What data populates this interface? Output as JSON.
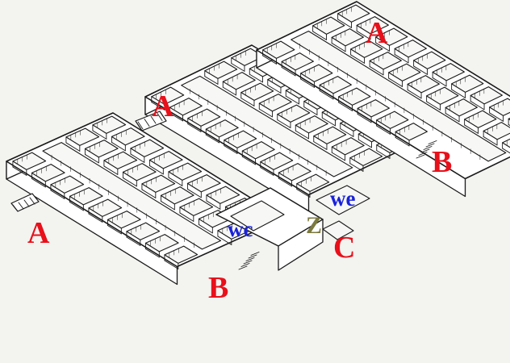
{
  "colors": {
    "paper": "#f3f3f0",
    "ink": "#1a1a1a",
    "wall_fill": "#ffffff",
    "room_fill": "#f7f7f5",
    "label_red": "#e8101a",
    "label_blue": "#1a22d8",
    "label_olive": "#7c7a3e"
  },
  "labels": {
    "a_left": "A",
    "a_middle": "A",
    "a_right": "A",
    "b_left": "B",
    "b_right": "B",
    "c": "C",
    "wc_left": "wc",
    "wc_right": "we",
    "z": "Z"
  }
}
